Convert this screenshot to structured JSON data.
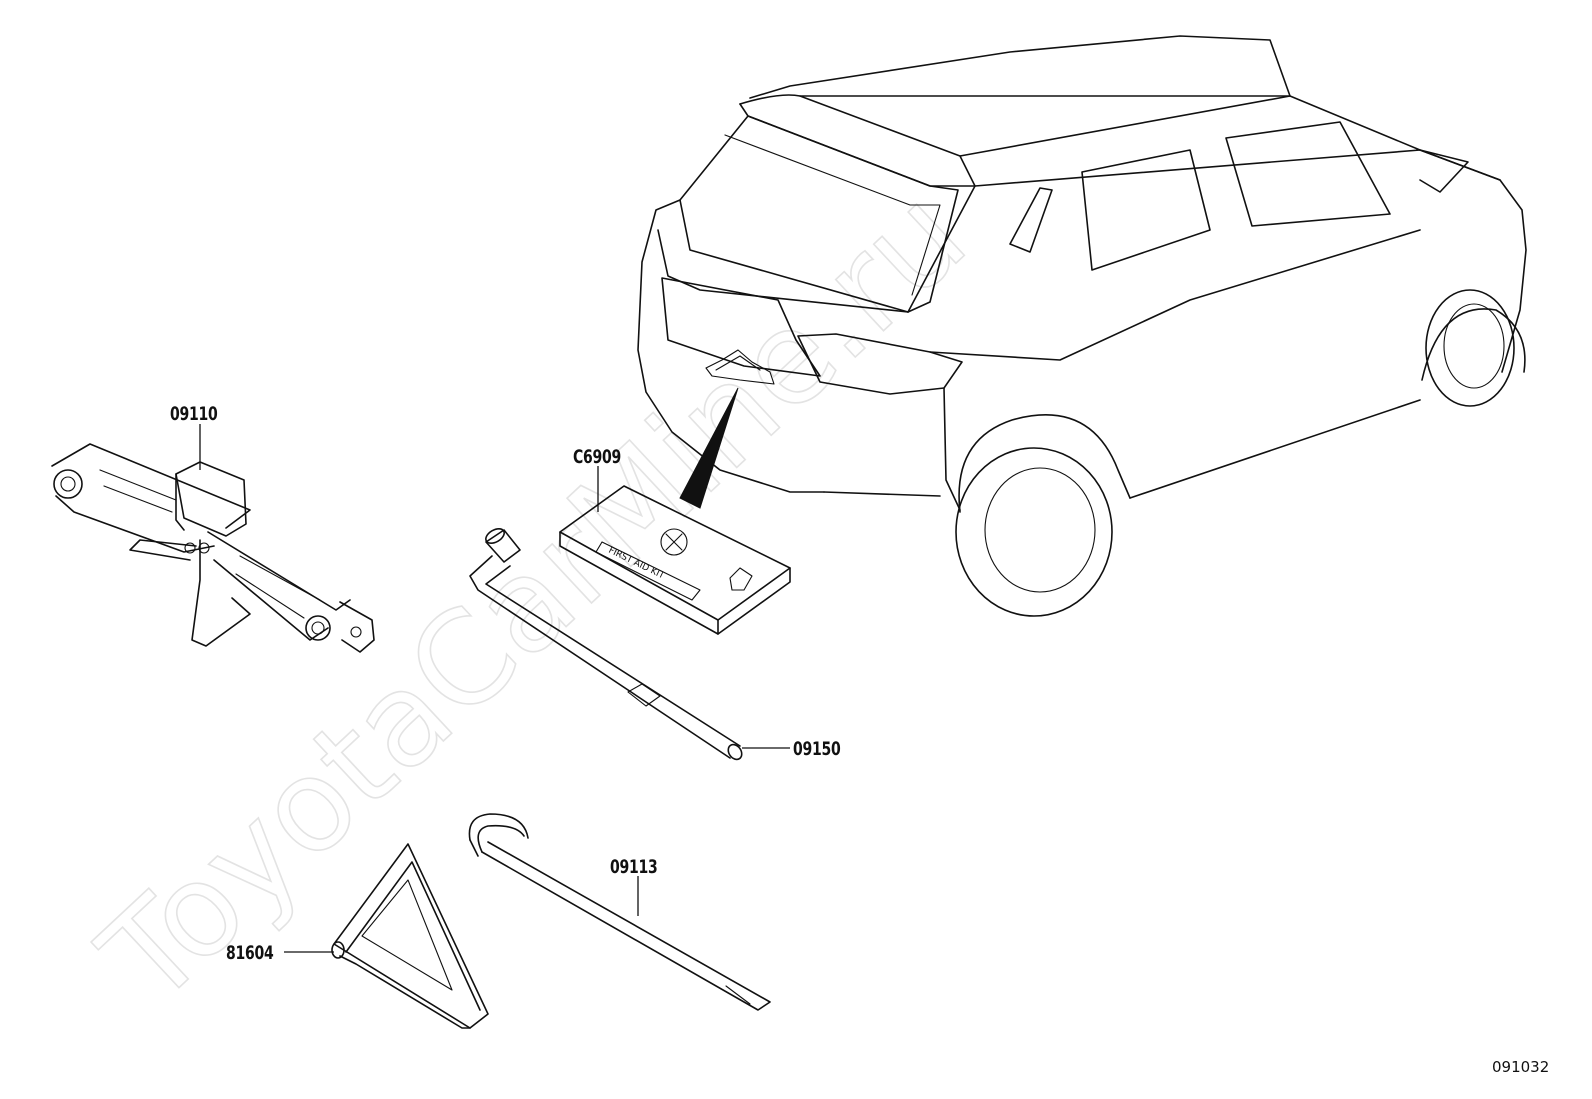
{
  "watermark": "ToyotaCarMine.ru",
  "figure_ref": "091032",
  "parts": [
    {
      "id": "jack",
      "code": "09110"
    },
    {
      "id": "first-aid-kit",
      "code": "C6909",
      "printed_text": "FIRST AID KIT"
    },
    {
      "id": "wheel-wrench",
      "code": "09150"
    },
    {
      "id": "jack-handle",
      "code": "09113"
    },
    {
      "id": "warning-triangle",
      "code": "81604"
    }
  ]
}
